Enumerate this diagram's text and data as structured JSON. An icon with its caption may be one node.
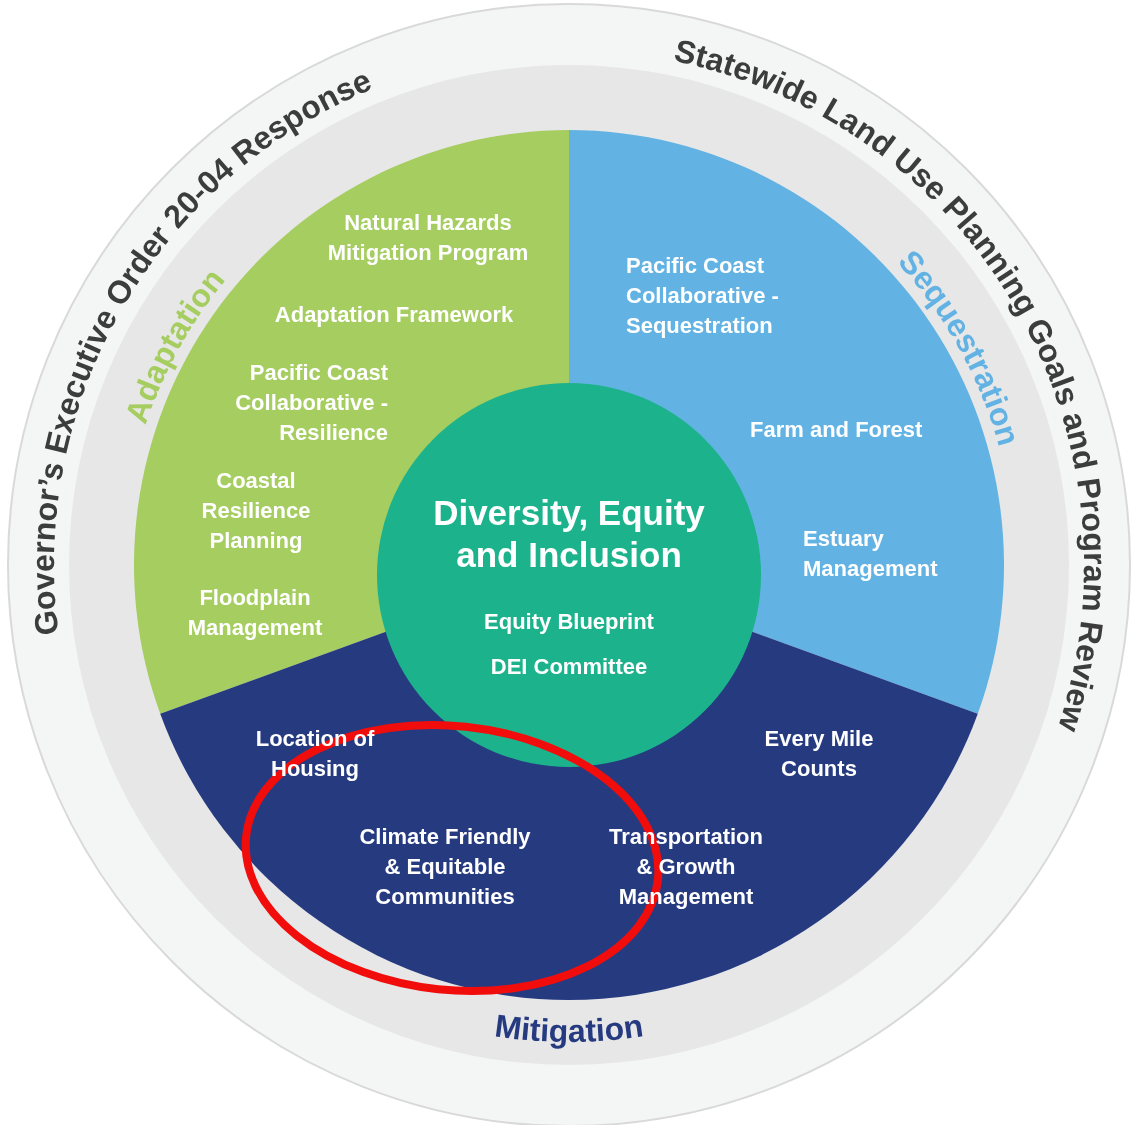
{
  "diagram": {
    "nodes": [
      {
        "text": [
          "Adaptation",
          "Natural Hazards Mitigation Program",
          "Adaptation Framework",
          "Pacific Coast Collaborative - Resilience",
          "Coastal Resilience Planning",
          "Floodplain Management"
        ]
      },
      {
        "text": [
          "Pacific Coast Collaborative - Sequestration",
          "Farm and Forest",
          "Estuary Management",
          "Sequestration"
        ]
      },
      {
        "text": [
          "Mitigation",
          "Location of Housing",
          "Every Mile Counts",
          "Climate Friendly & Equitable Communities",
          "Transportation & Growth Management"
        ]
      },
      {
        "text": [
          "Diversity, Equity and Inclusion",
          "Equity Blueprint",
          "DEI Committee"
        ]
      }
    ],
    "labels": [
      "Governor’s Executive Order 20-04 Response",
      "Statewide Land Use Planning Goals and Program Review"
    ]
  }
}
